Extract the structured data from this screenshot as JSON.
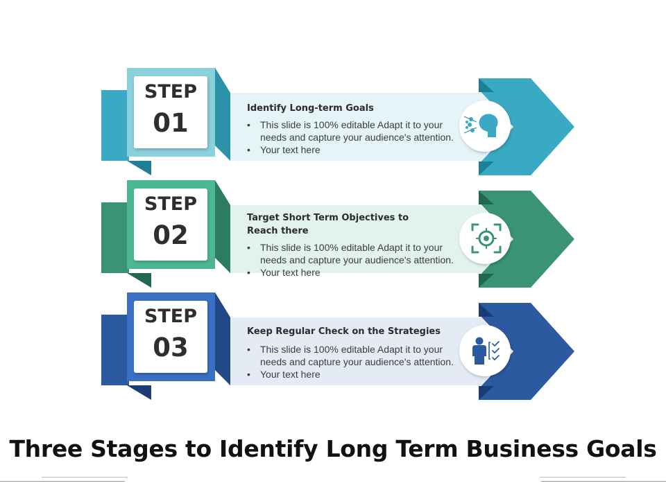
{
  "title": "Three Stages to Identify Long Term Business Goals",
  "stages": [
    {
      "word": "STEP",
      "number": "01",
      "heading_lines": [
        "Identify Long-term Goals"
      ],
      "bullet1_lines": [
        "This slide is 100% editable Adapt it to your",
        "needs and capture your audience's attention."
      ],
      "bullet2": "Your text here",
      "icon": "head-idea-icon",
      "colors": {
        "main": "#3aa9c4",
        "dark": "#1f7f96",
        "tile": "#8bd0dd",
        "band": "#e4f4f7",
        "accent": "#3aa9c4"
      }
    },
    {
      "word": "STEP",
      "number": "02",
      "heading_lines": [
        "Target Short Term Objectives to",
        "Reach there"
      ],
      "bullet1_lines": [
        "This slide is 100% editable Adapt it to your",
        "needs and capture your audience's attention."
      ],
      "bullet2": "Your text here",
      "icon": "target-focus-icon",
      "colors": {
        "main": "#3a9474",
        "dark": "#20684f",
        "tile": "#4cb893",
        "band": "#e2f2ec",
        "accent": "#3a9474"
      }
    },
    {
      "word": "STEP",
      "number": "03",
      "heading_lines": [
        "Keep Regular Check on the Strategies"
      ],
      "bullet1_lines": [
        "This slide is 100% editable Adapt it to your",
        "needs and capture your audience's attention."
      ],
      "bullet2": "Your text here",
      "icon": "person-checklist-icon",
      "colors": {
        "main": "#2c5aa0",
        "dark": "#1a3b73",
        "tile": "#3a6fc2",
        "band": "#e4ebf5",
        "accent": "#2c5aa0"
      }
    }
  ],
  "bullet_symbol": "•"
}
